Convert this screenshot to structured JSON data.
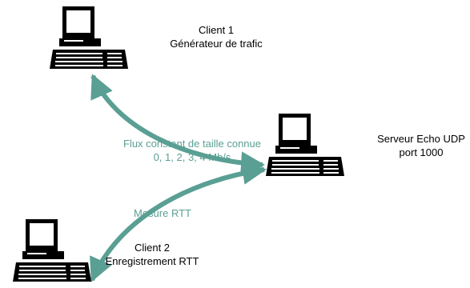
{
  "colors": {
    "arrow": "#5a9f93",
    "device": "#000000",
    "screen_face": "#ffffff"
  },
  "nodes": {
    "client1": {
      "icon": "desktop-computer-icon",
      "line1": "Client 1",
      "line2": "Générateur de trafic"
    },
    "server": {
      "icon": "desktop-computer-icon",
      "line1": "Serveur Echo UDP",
      "line2": "port 1000"
    },
    "client2": {
      "icon": "desktop-computer-icon",
      "line1": "Client 2",
      "line2": "Enregistrement RTT"
    }
  },
  "edges": {
    "flux": {
      "line1": "Flux constant de taille connue",
      "line2": "0, 1, 2, 3, 4 Mb/s"
    },
    "rtt": {
      "label": "Mesure RTT"
    }
  }
}
